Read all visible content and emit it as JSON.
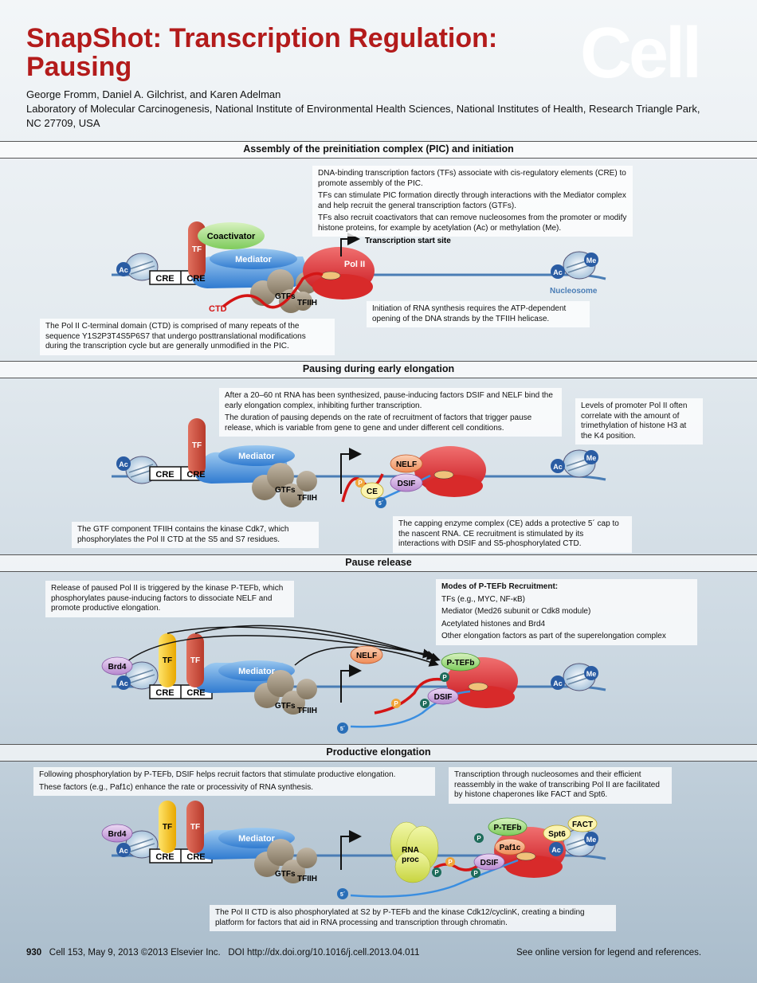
{
  "header": {
    "title_line1": "SnapShot: Transcription Regulation:",
    "title_line2": "Pausing",
    "logo": "Cell",
    "authors": "George Fromm, Daniel A. Gilchrist, and Karen Adelman",
    "affiliation": "Laboratory of Molecular Carcinogenesis, National Institute of Environmental Health Sciences, National Institutes of Health, Research Triangle Park, NC 27709, USA"
  },
  "sections": {
    "s1": "Assembly of the preinitiation complex (PIC) and initiation",
    "s2": "Pausing during early elongation",
    "s3": "Pause release",
    "s4": "Productive elongation"
  },
  "labels": {
    "ac": "Ac",
    "me": "Me",
    "cre": "CRE",
    "tf": "TF",
    "coactivator": "Coactivator",
    "mediator": "Mediator",
    "gtfs": "GTFs",
    "tfiih": "TFIIH",
    "polii": "Pol II",
    "ctd": "CTD",
    "tss": "Transcription start site",
    "nucleosome": "Nucleosome",
    "nelf": "NELF",
    "dsif": "DSIF",
    "ce": "CE",
    "p": "P",
    "five_prime": "5´",
    "brd4": "Brd4",
    "ptefb": "P-TEFb",
    "rna_proc_1": "RNA",
    "rna_proc_2": "proc",
    "paf1c": "Paf1c",
    "spt6": "Spt6",
    "fact": "FACT"
  },
  "texts": {
    "s1_tf_1": "DNA-binding transcription factors (TFs) associate with cis-regulatory elements (CRE) to promote assembly of the PIC.",
    "s1_tf_2": "TFs can stimulate PIC formation directly through interactions with the Mediator complex and help recruit the general transcription factors (GTFs).",
    "s1_tf_3": "TFs also recruit coactivators that can remove nucleosomes from the promoter or modify histone proteins, for example by acetylation (Ac) or methylation (Me).",
    "s1_init": "Initiation of RNA synthesis requires the ATP-dependent opening of the DNA strands by the TFIIH helicase.",
    "s1_ctd": "The Pol II C-terminal domain (CTD) is comprised of many repeats of the sequence Y1S2P3T4S5P6S7 that undergo posttranslational modifications during the transcription cycle but are generally unmodified in the PIC.",
    "s2_pause_1": "After a 20–60 nt RNA has been synthesized, pause-inducing factors DSIF and NELF bind the early elongation complex, inhibiting further transcription.",
    "s2_pause_2": "The duration of pausing depends on the rate of recruitment of factors that trigger pause release, which is variable from gene to gene and under different cell conditions.",
    "s2_levels": "Levels of promoter Pol II often correlate with the amount of trimethylation of histone H3 at the K4 position.",
    "s2_tfiih": "The GTF component TFIIH contains the kinase Cdk7, which phosphorylates the Pol II CTD at the S5 and S7 residues.",
    "s2_capping": "The capping enzyme complex (CE) adds a protective 5´ cap to the nascent RNA. CE recruitment is stimulated by its interactions with DSIF and S5-phosphorylated CTD.",
    "s3_release": "Release of paused Pol II is triggered by the kinase P-TEFb, which phosphorylates pause-inducing factors to dissociate NELF and promote productive elongation.",
    "s3_modes_head": "Modes of P-TEFb Recruitment:",
    "s3_modes": [
      "TFs (e.g., MYC, NF-κB)",
      "Mediator (Med26 subunit or Cdk8 module)",
      "Acetylated histones and Brd4",
      "Other elongation factors as part of the superelongation complex"
    ],
    "s4_follow_1": "Following phosphorylation by P-TEFb, DSIF helps recruit factors that stimulate productive elongation.",
    "s4_follow_2": "These factors (e.g., Paf1c) enhance the rate or processivity of RNA synthesis.",
    "s4_nucleo": "Transcription through nucleosomes and their efficient reassembly in the wake of transcribing Pol II are facilitated by histone chaperones like FACT and Spt6.",
    "s4_ctd": "The Pol II CTD is also phosphorylated at S2 by P-TEFb and the kinase Cdk12/cyclinK, creating a binding platform for factors that aid in RNA processing and transcription through chromatin."
  },
  "footer": {
    "page": "930",
    "citation": "Cell 153, May 9, 2013 ©2013 Elsevier Inc.",
    "doi": "DOI http://dx.doi.org/10.1016/j.cell.2013.04.011",
    "online": "See online version for legend and references."
  }
}
